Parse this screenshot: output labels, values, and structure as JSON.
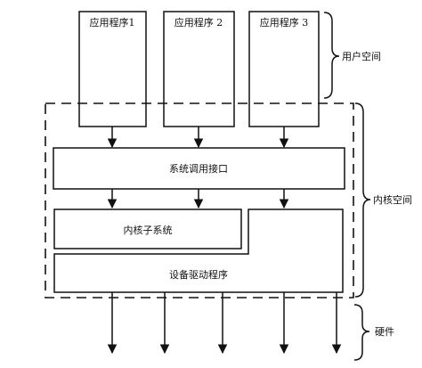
{
  "diagram": {
    "apps": [
      {
        "label": "应用程序1"
      },
      {
        "label": "应用程序 2"
      },
      {
        "label": "应用程序 3"
      }
    ],
    "syscall_interface": {
      "label": "系统调用接口"
    },
    "kernel_subsystem": {
      "label": "内核子系统"
    },
    "device_drivers": {
      "label": "设备驱动程序"
    },
    "brackets": {
      "user_space": "用户空间",
      "kernel_space": "内核空间",
      "hardware": "硬件"
    },
    "colors": {
      "stroke": "#111111",
      "background": "#ffffff"
    }
  }
}
